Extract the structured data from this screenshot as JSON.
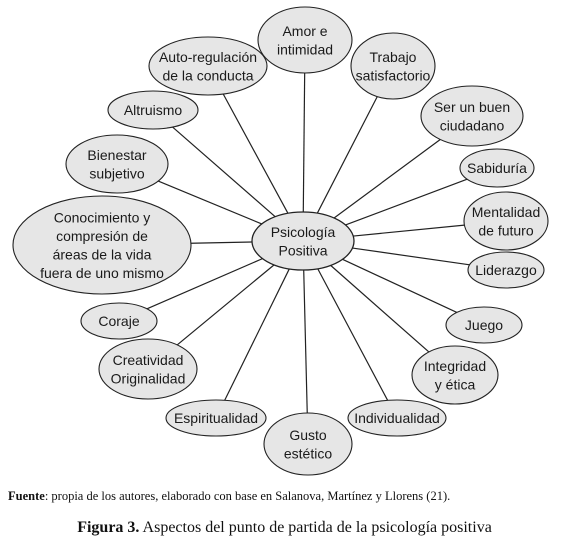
{
  "diagram": {
    "center": {
      "lines": [
        "Psicología",
        "Positiva"
      ]
    },
    "nodes": [
      {
        "id": "amor-e-intimidad",
        "lines": [
          "Amor e",
          "intimidad"
        ]
      },
      {
        "id": "trabajo-satisfactorio",
        "lines": [
          "Trabajo",
          "satisfactorio"
        ]
      },
      {
        "id": "ser-un-buen-ciudadano",
        "lines": [
          "Ser un buen",
          "ciudadano"
        ]
      },
      {
        "id": "sabiduria",
        "lines": [
          "Sabiduría"
        ]
      },
      {
        "id": "mentalidad-de-futuro",
        "lines": [
          "Mentalidad",
          "de futuro"
        ]
      },
      {
        "id": "liderazgo",
        "lines": [
          "Liderazgo"
        ]
      },
      {
        "id": "juego",
        "lines": [
          "Juego"
        ]
      },
      {
        "id": "integridad-y-etica",
        "lines": [
          "Integridad",
          "y ética"
        ]
      },
      {
        "id": "individualidad",
        "lines": [
          "Individualidad"
        ]
      },
      {
        "id": "gusto-estetico",
        "lines": [
          "Gusto",
          "estético"
        ]
      },
      {
        "id": "espiritualidad",
        "lines": [
          "Espiritualidad"
        ]
      },
      {
        "id": "creatividad-originalidad",
        "lines": [
          "Creatividad",
          "Originalidad"
        ]
      },
      {
        "id": "coraje",
        "lines": [
          "Coraje"
        ]
      },
      {
        "id": "conocimiento-y-comprension",
        "lines": [
          "Conocimiento y",
          "compresión de",
          "áreas de la vida",
          "fuera de uno mismo"
        ]
      },
      {
        "id": "bienestar-subjetivo",
        "lines": [
          "Bienestar",
          "subjetivo"
        ]
      },
      {
        "id": "altruismo",
        "lines": [
          "Altruismo"
        ]
      },
      {
        "id": "auto-regulacion",
        "lines": [
          "Auto-regulación",
          "de la conducta"
        ]
      }
    ]
  },
  "source": {
    "label": "Fuente",
    "text": ": propia de los autores, elaborado con base en Salanova, Martínez y Llorens (21)."
  },
  "caption": {
    "label": "Figura 3.",
    "text": " Aspectos del punto de partida de la psicología positiva"
  }
}
